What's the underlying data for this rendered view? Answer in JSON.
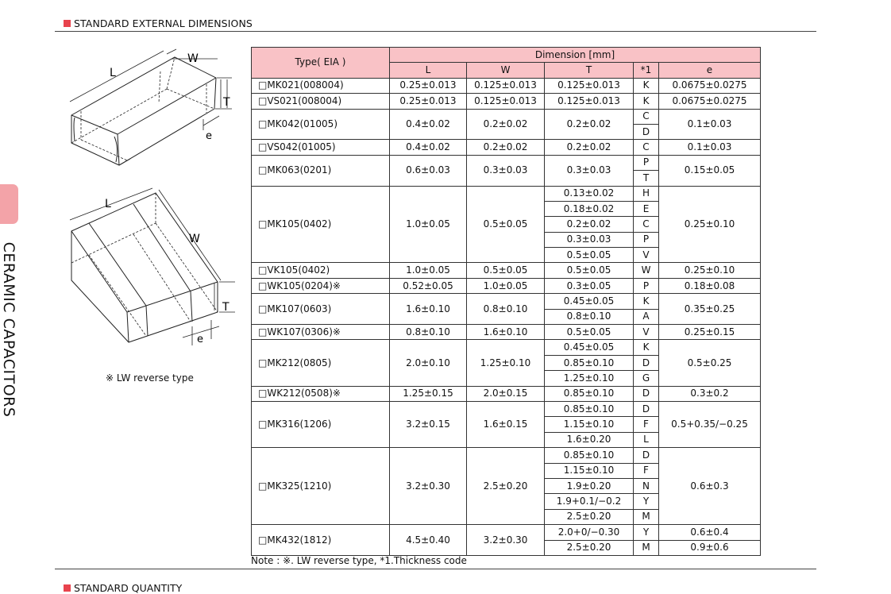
{
  "section_title": "STANDARD EXTERNAL DIMENSIONS",
  "side_label": "CERAMIC CAPACITORS",
  "diagram1": {
    "L": "L",
    "W": "W",
    "T": "T",
    "e": "e"
  },
  "diagram2": {
    "L": "L",
    "W": "W",
    "T": "T",
    "e": "e"
  },
  "lw_note": "※ LW reverse type",
  "table": {
    "header": {
      "type": "Type( EIA )",
      "dimension": "Dimension [mm]",
      "L": "L",
      "W": "W",
      "T": "T",
      "code": "*1",
      "e": "e"
    },
    "rows": [
      {
        "type": "□MK021(008004)",
        "L": "0.25±0.013",
        "W": "0.125±0.013",
        "e": "0.0675±0.0275",
        "thick": [
          {
            "T": "0.125±0.013",
            "code": "K"
          }
        ]
      },
      {
        "type": "□VS021(008004)",
        "L": "0.25±0.013",
        "W": "0.125±0.013",
        "e": "0.0675±0.0275",
        "thick": [
          {
            "T": "0.125±0.013",
            "code": "K"
          }
        ]
      },
      {
        "type": "□MK042(01005)",
        "L": "0.4±0.02",
        "W": "0.2±0.02",
        "e": "0.1±0.03",
        "tshared": "0.2±0.02",
        "thick": [
          {
            "code": "C"
          },
          {
            "code": "D"
          }
        ]
      },
      {
        "type": "□VS042(01005)",
        "L": "0.4±0.02",
        "W": "0.2±0.02",
        "e": "0.1±0.03",
        "thick": [
          {
            "T": "0.2±0.02",
            "code": "C"
          }
        ]
      },
      {
        "type": "□MK063(0201)",
        "L": "0.6±0.03",
        "W": "0.3±0.03",
        "e": "0.15±0.05",
        "tshared": "0.3±0.03",
        "thick": [
          {
            "code": "P"
          },
          {
            "code": "T"
          }
        ]
      },
      {
        "type": "□MK105(0402)",
        "L": "1.0±0.05",
        "W": "0.5±0.05",
        "e": "0.25±0.10",
        "thick": [
          {
            "T": "0.13±0.02",
            "code": "H"
          },
          {
            "T": "0.18±0.02",
            "code": "E"
          },
          {
            "T": "0.2±0.02",
            "code": "C"
          },
          {
            "T": "0.3±0.03",
            "code": "P"
          },
          {
            "T": "0.5±0.05",
            "code": "V"
          }
        ]
      },
      {
        "type": "□VK105(0402)",
        "L": "1.0±0.05",
        "W": "0.5±0.05",
        "e": "0.25±0.10",
        "thick": [
          {
            "T": "0.5±0.05",
            "code": "W"
          }
        ]
      },
      {
        "type": "□WK105(0204)※",
        "L": "0.52±0.05",
        "W": "1.0±0.05",
        "e": "0.18±0.08",
        "thick": [
          {
            "T": "0.3±0.05",
            "code": "P"
          }
        ]
      },
      {
        "type": "□MK107(0603)",
        "L": "1.6±0.10",
        "W": "0.8±0.10",
        "e": "0.35±0.25",
        "thick": [
          {
            "T": "0.45±0.05",
            "code": "K"
          },
          {
            "T": "0.8±0.10",
            "code": "A"
          }
        ]
      },
      {
        "type": "□WK107(0306)※",
        "L": "0.8±0.10",
        "W": "1.6±0.10",
        "e": "0.25±0.15",
        "thick": [
          {
            "T": "0.5±0.05",
            "code": "V"
          }
        ]
      },
      {
        "type": "□MK212(0805)",
        "L": "2.0±0.10",
        "W": "1.25±0.10",
        "e": "0.5±0.25",
        "thick": [
          {
            "T": "0.45±0.05",
            "code": "K"
          },
          {
            "T": "0.85±0.10",
            "code": "D"
          },
          {
            "T": "1.25±0.10",
            "code": "G"
          }
        ]
      },
      {
        "type": "□WK212(0508)※",
        "L": "1.25±0.15",
        "W": "2.0±0.15",
        "e": "0.3±0.2",
        "thick": [
          {
            "T": "0.85±0.10",
            "code": "D"
          }
        ]
      },
      {
        "type": "□MK316(1206)",
        "L": "3.2±0.15",
        "W": "1.6±0.15",
        "e": "0.5+0.35/−0.25",
        "thick": [
          {
            "T": "0.85±0.10",
            "code": "D"
          },
          {
            "T": "1.15±0.10",
            "code": "F"
          },
          {
            "T": "1.6±0.20",
            "code": "L"
          }
        ]
      },
      {
        "type": "□MK325(1210)",
        "L": "3.2±0.30",
        "W": "2.5±0.20",
        "e": "0.6±0.3",
        "thick": [
          {
            "T": "0.85±0.10",
            "code": "D"
          },
          {
            "T": "1.15±0.10",
            "code": "F"
          },
          {
            "T": "1.9±0.20",
            "code": "N"
          },
          {
            "T": "1.9+0.1/−0.2",
            "code": "Y"
          },
          {
            "T": "2.5±0.20",
            "code": "M"
          }
        ]
      },
      {
        "type": "□MK432(1812)",
        "L": "4.5±0.40",
        "W": "3.2±0.30",
        "thick": [
          {
            "T": "2.0+0/−0.30",
            "code": "Y",
            "e": "0.6±0.4"
          },
          {
            "T": "2.5±0.20",
            "code": "M",
            "e": "0.9±0.6"
          }
        ]
      }
    ]
  },
  "note": "Note : ※. LW reverse type, *1.Thickness code",
  "next_section_title": "STANDARD QUANTITY"
}
